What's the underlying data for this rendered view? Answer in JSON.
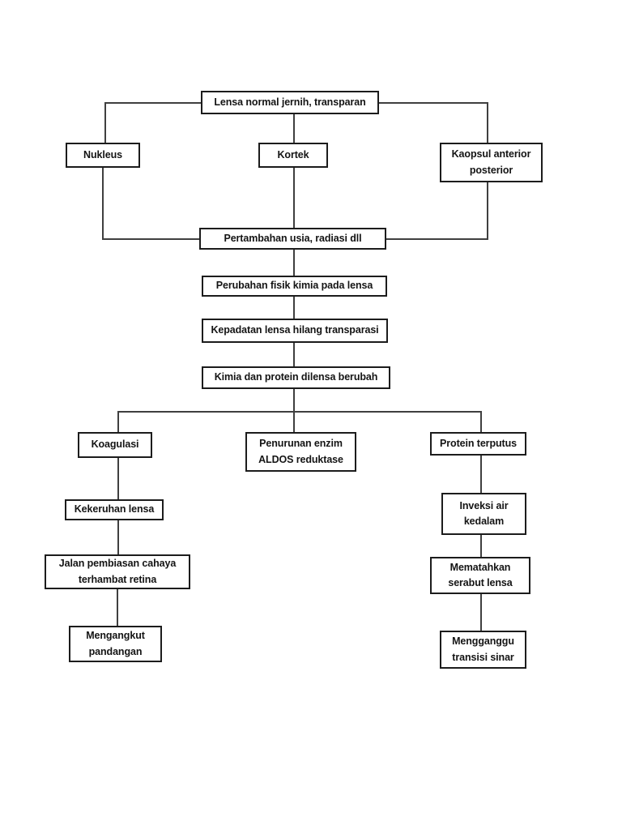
{
  "diagram": {
    "description": "Flowchart: patofisiologi perubahan lensa (katarak)",
    "nodes": {
      "lensa_normal": {
        "label": "Lensa normal jernih, transparan"
      },
      "nukleus": {
        "label": "Nukleus"
      },
      "kortek": {
        "label": "Kortek"
      },
      "kaopsul": {
        "label": "Kaopsul anterior posterior"
      },
      "pertambahan": {
        "label": "Pertambahan usia, radiasi dll"
      },
      "perubahan": {
        "label": "Perubahan fisik kimia pada lensa"
      },
      "kepadatan": {
        "label": "Kepadatan lensa hilang transparasi"
      },
      "kimia": {
        "label": "Kimia dan protein dilensa berubah"
      },
      "koagulasi": {
        "label": "Koagulasi"
      },
      "penurunan": {
        "label": "Penurunan enzim ALDOS reduktase"
      },
      "protein": {
        "label": "Protein terputus"
      },
      "kekeruhan": {
        "label": "Kekeruhan lensa"
      },
      "inveksi": {
        "label": "Inveksi air kedalam"
      },
      "jalan": {
        "label": "Jalan pembiasan cahaya terhambat retina"
      },
      "mengangkut": {
        "label": "Mengangkut pandangan"
      },
      "mematahkan": {
        "label": "Mematahkan serabut lensa"
      },
      "mengganggu": {
        "label": "Mengganggu transisi sinar"
      }
    },
    "edges": [
      {
        "from": "lensa_normal",
        "to": "nukleus"
      },
      {
        "from": "lensa_normal",
        "to": "kortek"
      },
      {
        "from": "lensa_normal",
        "to": "kaopsul"
      },
      {
        "from": "nukleus",
        "to": "pertambahan"
      },
      {
        "from": "kortek",
        "to": "pertambahan"
      },
      {
        "from": "kaopsul",
        "to": "pertambahan"
      },
      {
        "from": "pertambahan",
        "to": "perubahan"
      },
      {
        "from": "perubahan",
        "to": "kepadatan"
      },
      {
        "from": "kepadatan",
        "to": "kimia"
      },
      {
        "from": "kimia",
        "to": "koagulasi"
      },
      {
        "from": "kimia",
        "to": "penurunan"
      },
      {
        "from": "kimia",
        "to": "protein"
      },
      {
        "from": "koagulasi",
        "to": "kekeruhan"
      },
      {
        "from": "kekeruhan",
        "to": "jalan"
      },
      {
        "from": "jalan",
        "to": "mengangkut"
      },
      {
        "from": "protein",
        "to": "inveksi"
      },
      {
        "from": "inveksi",
        "to": "mematahkan"
      },
      {
        "from": "mematahkan",
        "to": "mengganggu"
      }
    ],
    "colors": {
      "box_border": "#1c1c1c",
      "line": "#3f3f3f",
      "text": "#141414",
      "background": "#ffffff"
    }
  }
}
